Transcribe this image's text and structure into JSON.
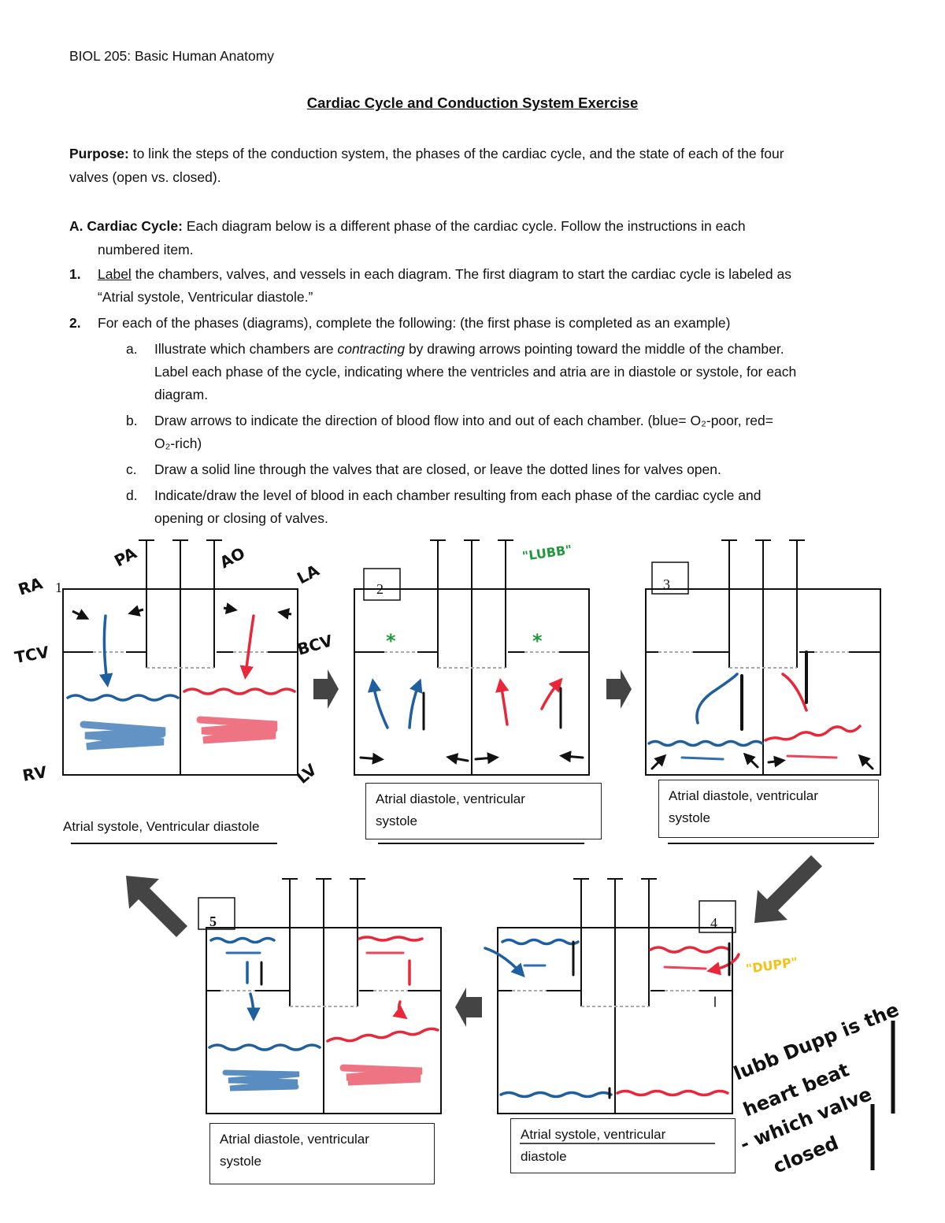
{
  "header": {
    "course": "BIOL 205: Basic Human Anatomy",
    "title": "Cardiac Cycle and Conduction System Exercise"
  },
  "purpose": {
    "label": "Purpose:",
    "line1": " to link the steps of the conduction system, the phases of the cardiac cycle, and the state of each of the four",
    "line2": "valves (open vs. closed)."
  },
  "section_a": {
    "label": "A. Cardiac Cycle:",
    "line1": " Each diagram below is a different phase of the cardiac cycle. Follow the instructions in each",
    "line2": "numbered item."
  },
  "items": {
    "i1_num": "1.",
    "i1_underlined": "Label",
    "i1_line1": " the chambers, valves, and vessels in each diagram.  The first diagram to start the cardiac cycle is labeled as",
    "i1_line2": "“Atrial systole, Ventricular diastole.”",
    "i2_num": "2.",
    "i2_line1": "For each of the phases (diagrams), complete the following: (the first phase is completed as an example)"
  },
  "subitems": {
    "a_letter": "a.",
    "a_pre": "Illustrate which chambers are ",
    "a_em": "contracting",
    "a_post": " by drawing arrows pointing toward the middle of the chamber.",
    "a_line2": "Label each phase of the cycle, indicating where the ventricles and atria are in diastole or systole, for each",
    "a_line3": "diagram.",
    "b_letter": "b.",
    "b_line1": "Draw arrows to indicate the direction of blood flow into and out of each chamber. (blue= O₂-poor, red=",
    "b_line2": "O₂-rich)",
    "c_letter": "c.",
    "c_line1": "Draw a solid line through the valves that are closed, or leave the dotted lines for valves open.",
    "d_letter": "d.",
    "d_line1": "Indicate/draw the level of blood in each chamber resulting from each phase of the cardiac cycle and",
    "d_line2": "opening or closing of valves."
  },
  "diagrams": {
    "d1_number": "1",
    "d2_number": "2",
    "d3_number": "3",
    "d4_number": "4",
    "d5_number": "5",
    "d1_caption": "Atrial systole, Ventricular  diastole",
    "d2_caption_l1": "Atrial diastole, ventricular",
    "d2_caption_l2": "systole",
    "d3_caption_l1": "Atrial diastole, ventricular",
    "d3_caption_l2": "systole",
    "d4_caption_l1": "Atrial systole, ventricular",
    "d4_caption_l2": "diastole",
    "d5_caption_l1": "Atrial diastole, ventricular",
    "d5_caption_l2": "systole"
  },
  "handwriting": {
    "ra": "RA",
    "tcv": "TCV",
    "rv": "RV",
    "pa": "PA",
    "aorta": "AO",
    "la": "LA",
    "bcv": "BCV",
    "lv": "LV",
    "lubb": "\"LUBB\"",
    "dupp": "\"DUPP\"",
    "note_l1": "lubb Dupp is the",
    "note_l2": "heart beat",
    "note_l3": "- which valve",
    "note_l4": "closed"
  },
  "colors": {
    "oxygen_poor": "#1f5f9e",
    "oxygen_rich": "#e8283a",
    "green_mark": "#1e9a3c",
    "yellow_mark": "#f2c314",
    "arrow_gray": "#4a4a4a"
  }
}
